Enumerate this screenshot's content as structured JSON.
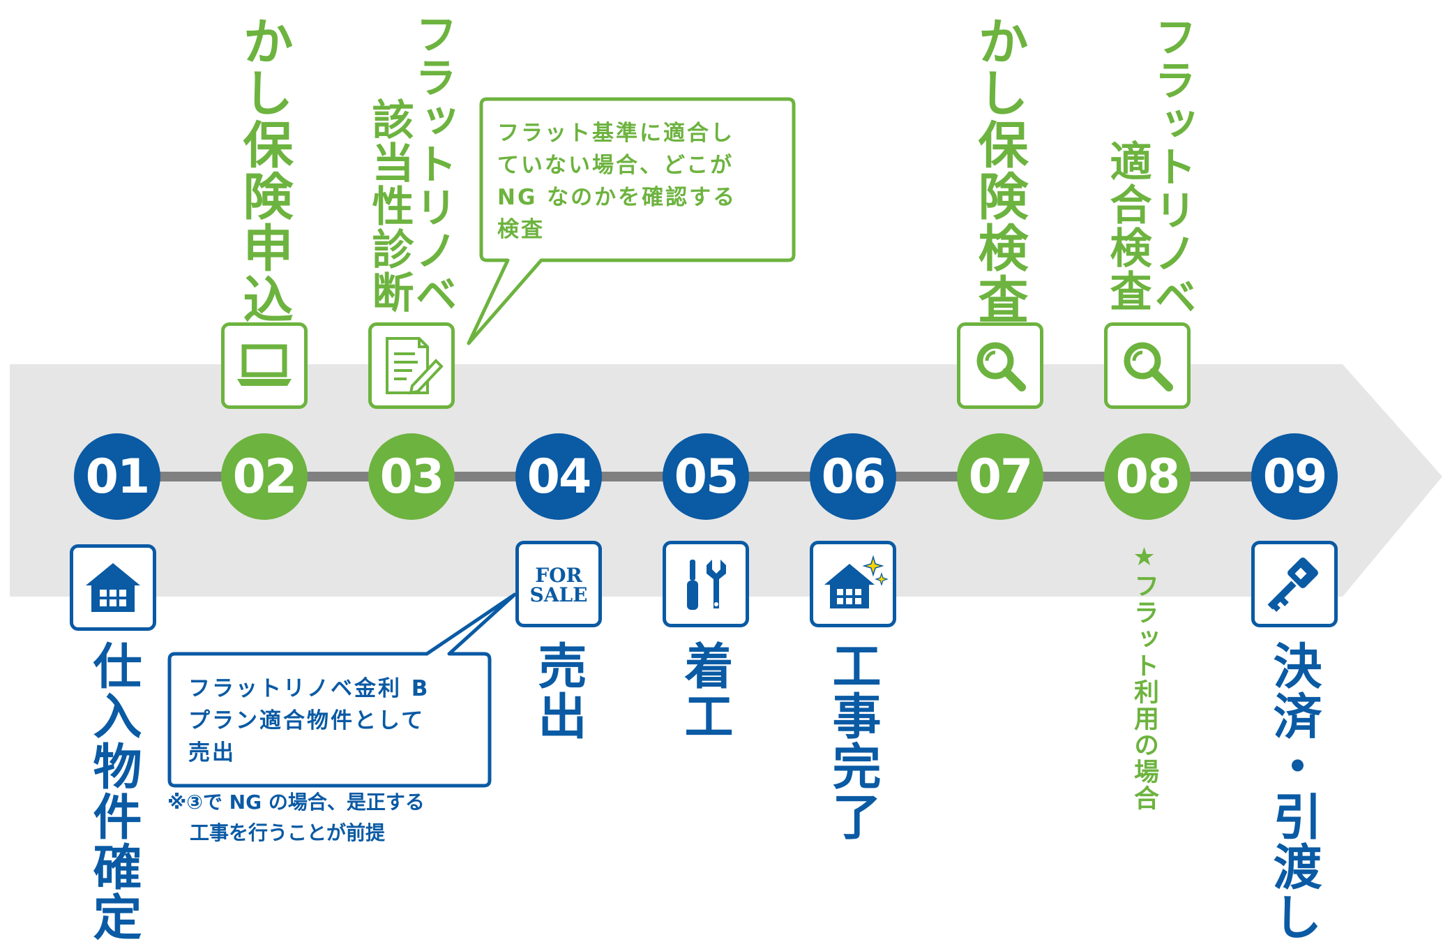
{
  "steps": [
    {
      "num": "01",
      "color": "blue",
      "label": "仕入物件確定",
      "icon": "house-icon",
      "icon_pos": "below"
    },
    {
      "num": "02",
      "color": "green",
      "label": "かし保険申込",
      "icon": "laptop-icon",
      "icon_pos": "above"
    },
    {
      "num": "03",
      "color": "green",
      "label": "フラットリノベ該当性診断",
      "icon": "document-pen-icon",
      "icon_pos": "above"
    },
    {
      "num": "04",
      "color": "blue",
      "label": "売出",
      "icon": "for-sale-sign-icon",
      "icon_pos": "below"
    },
    {
      "num": "05",
      "color": "blue",
      "label": "着工",
      "icon": "tools-icon",
      "icon_pos": "below"
    },
    {
      "num": "06",
      "color": "blue",
      "label": "工事完了",
      "icon": "sparkle-house-icon",
      "icon_pos": "below"
    },
    {
      "num": "07",
      "color": "green",
      "label": "かし保険検査",
      "icon": "magnifier-icon",
      "icon_pos": "above"
    },
    {
      "num": "08",
      "color": "green",
      "label": "フラットリノベ適合検査",
      "icon": "magnifier-icon",
      "icon_pos": "above"
    },
    {
      "num": "09",
      "color": "blue",
      "label": "決済・引渡し",
      "icon": "key-icon",
      "icon_pos": "below"
    }
  ],
  "labels": {
    "s01": "仕入物件確定",
    "s02": "かし保険申込",
    "s03a": "フラットリノベ",
    "s03b": "該当性診断",
    "s04": "売出",
    "s05": "着工",
    "s06": "工事完了",
    "s07": "かし保険検査",
    "s08a": "フラットリノベ",
    "s08b": "適合検査",
    "s09": "決済・引渡し"
  },
  "for_sale": {
    "line1": "FOR",
    "line2": "SALE"
  },
  "callout_green": {
    "line1": "フラット基準に適合し",
    "line2": "ていない場合、どこが",
    "line3": "NG なのかを確認する",
    "line4": "検査"
  },
  "callout_blue": {
    "line1": "フラットリノベ金利 B",
    "line2": "プラン適合物件として",
    "line3": "売出"
  },
  "note_blue": {
    "line1": "※③で NG の場合、是正する",
    "line2": "工事を行うことが前提"
  },
  "note_green": "★フラット利用の場合",
  "colors": {
    "blue": "#0a5aa4",
    "green": "#6db33f",
    "arrow": "#e6e6e6",
    "line": "#808080"
  }
}
